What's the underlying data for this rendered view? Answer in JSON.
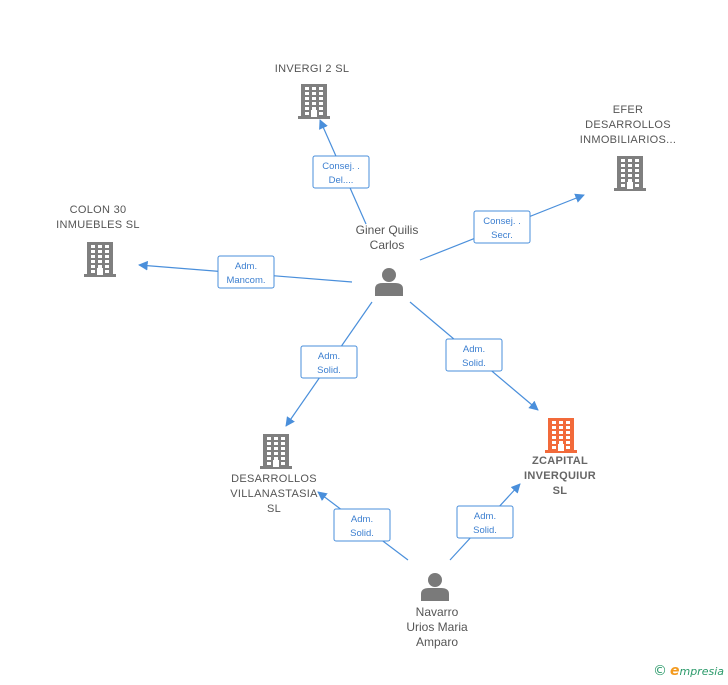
{
  "colors": {
    "building": "#7f7f7f",
    "building_main": "#f26a3a",
    "person": "#7a7a7a",
    "edge": "#4a8fdb"
  },
  "companies": [
    {
      "id": "invergi",
      "lines": [
        "INVERGI 2 SL"
      ],
      "main": false
    },
    {
      "id": "efer",
      "lines": [
        "EFER",
        "DESARROLLOS",
        "INMOBILIARIOS..."
      ],
      "main": false
    },
    {
      "id": "colon",
      "lines": [
        "COLON 30",
        "INMUEBLES SL"
      ],
      "main": false
    },
    {
      "id": "desarrollos",
      "lines": [
        "DESARROLLOS",
        "VILLANASTASIA",
        "SL"
      ],
      "main": false
    },
    {
      "id": "zcapital",
      "lines": [
        "ZCAPITAL",
        "INVERQUIUR",
        "SL"
      ],
      "main": true
    }
  ],
  "people": [
    {
      "id": "giner",
      "lines": [
        "Giner Quilis",
        "Carlos"
      ]
    },
    {
      "id": "navarro",
      "lines": [
        "Navarro",
        "Urios Maria",
        "Amparo"
      ]
    }
  ],
  "edges": [
    {
      "from": "giner",
      "to": "invergi",
      "label": [
        "Consej. .",
        "Del...."
      ]
    },
    {
      "from": "giner",
      "to": "efer",
      "label": [
        "Consej. .",
        "Secr."
      ]
    },
    {
      "from": "giner",
      "to": "colon",
      "label": [
        "Adm.",
        "Mancom."
      ]
    },
    {
      "from": "giner",
      "to": "desarrollos",
      "label": [
        "Adm.",
        "Solid."
      ]
    },
    {
      "from": "giner",
      "to": "zcapital",
      "label": [
        "Adm.",
        "Solid."
      ]
    },
    {
      "from": "navarro",
      "to": "desarrollos",
      "label": [
        "Adm.",
        "Solid."
      ]
    },
    {
      "from": "navarro",
      "to": "zcapital",
      "label": [
        "Adm.",
        "Solid."
      ]
    }
  ],
  "brand": {
    "copyright": "©",
    "logo_initial": "e",
    "logo_rest": "mpresia"
  }
}
